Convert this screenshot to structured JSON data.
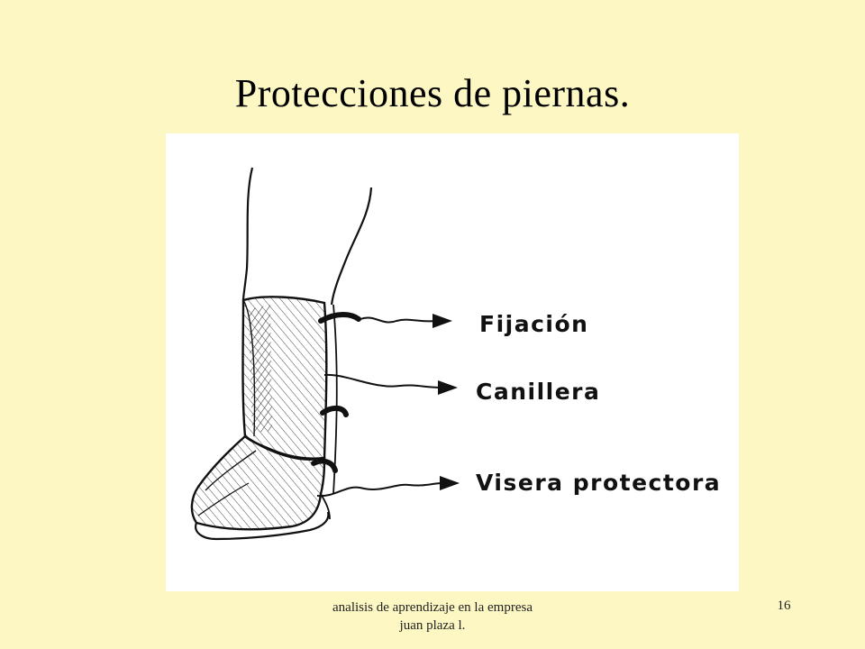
{
  "slide": {
    "title": "Protecciones de piernas.",
    "background": "#fdf7c3"
  },
  "figure": {
    "image_name": "leg-guard-illustration",
    "labels": [
      {
        "text": "Fijación"
      },
      {
        "text": "Canillera"
      },
      {
        "text": "Visera protectora"
      }
    ]
  },
  "footer": {
    "line1": "analisis de aprendizaje en la empresa",
    "line2": "juan plaza l.",
    "page_number": "16"
  }
}
